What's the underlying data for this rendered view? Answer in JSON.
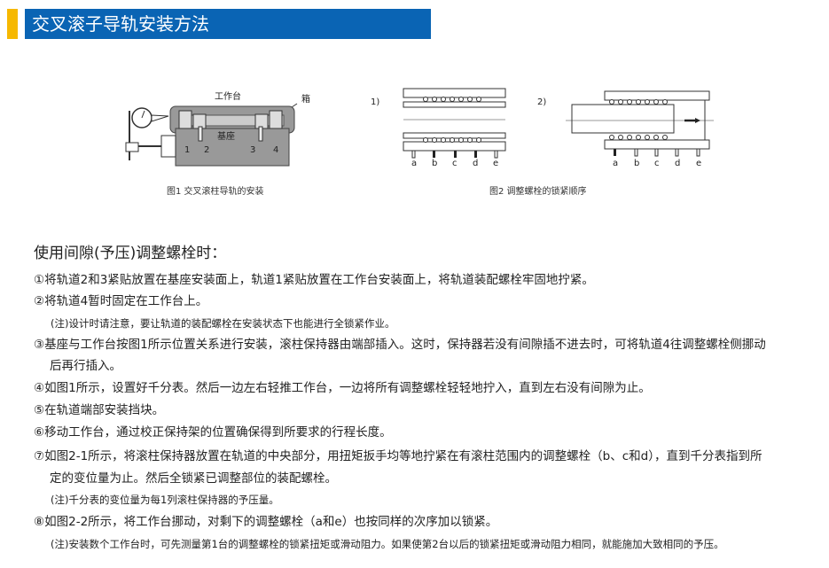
{
  "header": {
    "title": "交叉滚子导轨安装方法",
    "accent_color": "#f6b800",
    "bar_color": "#0a64b4"
  },
  "figure1": {
    "caption": "图1 交叉滚柱导轨的安装",
    "labels": {
      "table": "工作台",
      "box": "箱",
      "base": "基座",
      "rails": [
        "1",
        "2",
        "3",
        "4"
      ]
    }
  },
  "figure2": {
    "caption": "图2 调整螺栓的锁紧顺序",
    "panel1_label": "1)",
    "panel2_label": "2)",
    "bolts": [
      "a",
      "b",
      "c",
      "d",
      "e"
    ]
  },
  "content": {
    "heading": "使用间隙(予压)调整螺栓时：",
    "lines": [
      "①将轨道2和3紧贴放置在基座安装面上，轨道1紧贴放置在工作台安装面上，将轨道装配螺栓牢固地拧紧。",
      "②将轨道4暂时固定在工作台上。",
      "(注)设计时请注意，要让轨道的装配螺栓在安装状态下也能进行全锁紧作业。",
      "③基座与工作台按图1所示位置关系进行安装，滚柱保持器由端部插入。这时，保持器若没有间隙插不进去时，可将轨道4往调整螺栓侧挪动",
      "后再行插入。",
      "④如图1所示，设置好千分表。然后一边左右轻推工作台，一边将所有调整螺栓轻轻地拧入，直到左右没有间隙为止。",
      "⑤在轨道端部安装挡块。",
      "⑥移动工作台，通过校正保持架的位置确保得到所要求的行程长度。",
      "⑦如图2-1所示，将滚柱保持器放置在轨道的中央部分，用扭矩扳手均等地拧紧在有滚柱范围内的调整螺栓（b、c和d），直到千分表指到所",
      "定的变位量为止。然后全锁紧已调整部位的装配螺栓。",
      "(注)千分表的变位量为每1列滚柱保持器的予压量。",
      "⑧如图2-2所示，将工作台挪动，对剩下的调整螺栓（a和e）也按同样的次序加以锁紧。",
      "(注)安装数个工作台时，可先测量第1台的调整螺栓的锁紧扭矩或滑动阻力。如果使第2台以后的锁紧扭矩或滑动阻力相同，就能施加大致相同的予压。"
    ]
  }
}
